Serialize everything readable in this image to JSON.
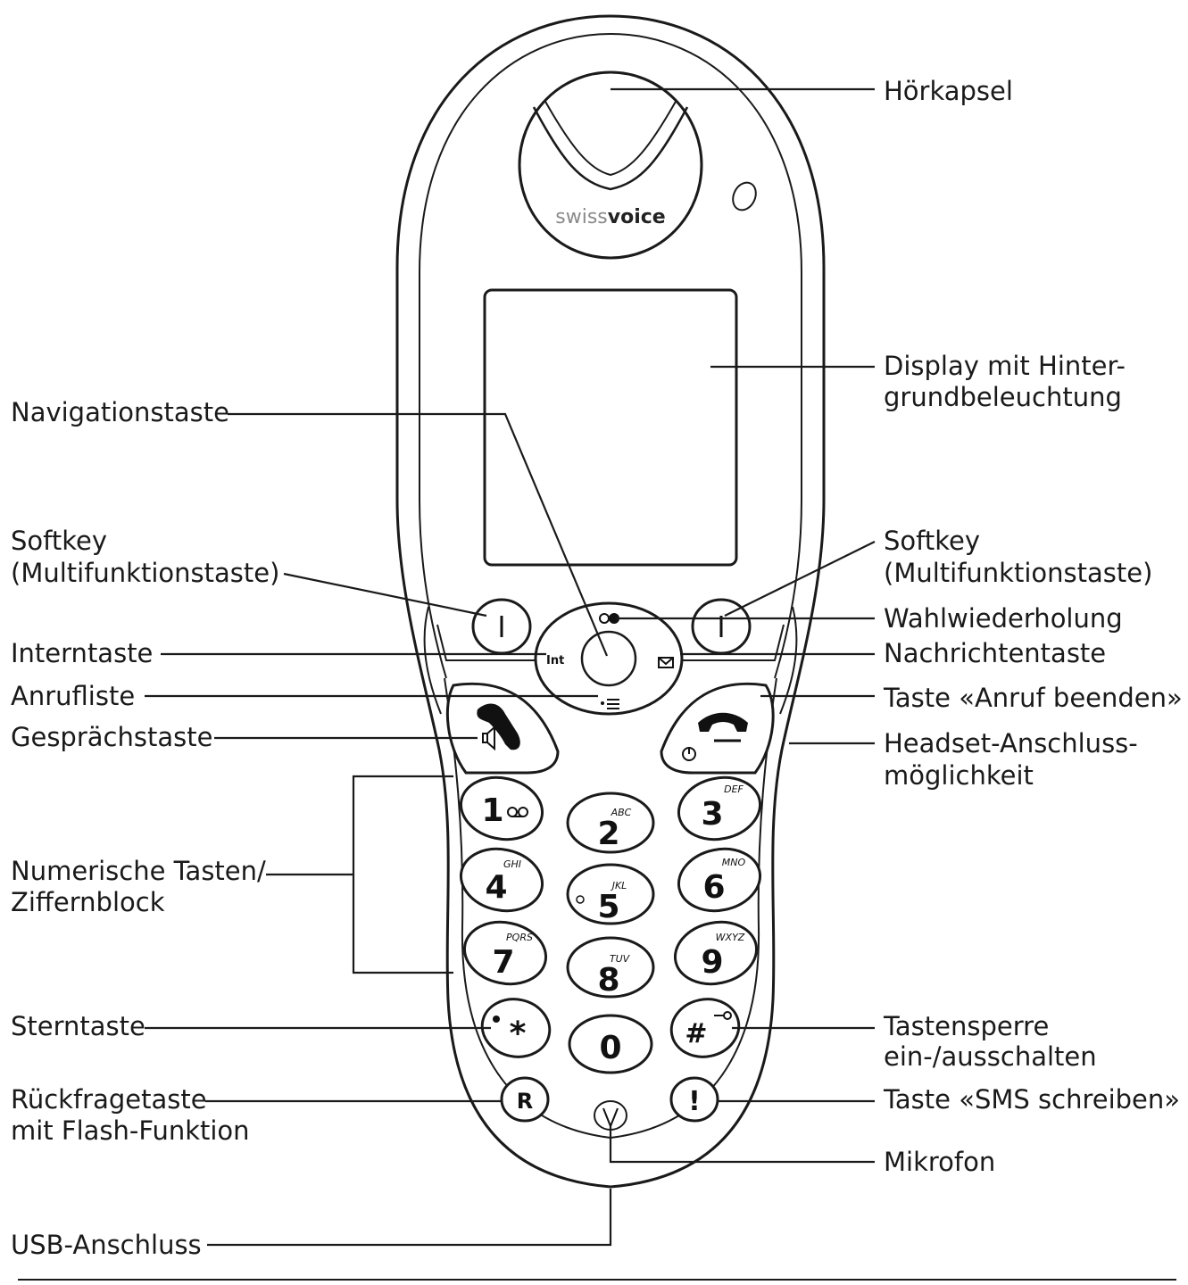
{
  "brand": {
    "prefix": "swiss",
    "suffix": "voice"
  },
  "labels": {
    "earpiece": "Hörkapsel",
    "display_line1": "Display mit Hinter-",
    "display_line2": "grundbeleuchtung",
    "navigation": "Navigationstaste",
    "softkey_left_line1": "Softkey",
    "softkey_left_line2": "(Multifunktionstaste)",
    "softkey_right_line1": "Softkey",
    "softkey_right_line2": "(Multifunktionstaste)",
    "redial": "Wahlwiederholung",
    "intern": "Interntaste",
    "messages": "Nachrichtentaste",
    "call_list": "Anrufliste",
    "end_call": "Taste «Anruf beenden»",
    "talk": "Gesprächstaste",
    "headset_line1": "Headset-Anschluss-",
    "headset_line2": "möglichkeit",
    "numeric_line1": "Numerische Tasten/",
    "numeric_line2": "Ziffernblock",
    "star": "Sterntaste",
    "keylock_line1": "Tastensperre",
    "keylock_line2": "ein-/ausschalten",
    "recall_line1": "Rückfragetaste",
    "recall_line2": "mit Flash-Funktion",
    "sms": "Taste «SMS schreiben»",
    "microphone": "Mikrofon",
    "usb": "USB-Anschluss"
  },
  "keys": {
    "k1": "1",
    "k2": "2",
    "k2_letters": "ABC",
    "k3": "3",
    "k3_letters": "DEF",
    "k4": "4",
    "k4_letters": "GHI",
    "k5": "5",
    "k5_letters": "JKL",
    "k6": "6",
    "k6_letters": "MNO",
    "k7": "7",
    "k7_letters": "PQRS",
    "k8": "8",
    "k8_letters": "TUV",
    "k9": "9",
    "k9_letters": "WXYZ",
    "k0": "0",
    "star": "*",
    "hash": "#",
    "recall": "R",
    "sms": "!",
    "int": "Int"
  }
}
